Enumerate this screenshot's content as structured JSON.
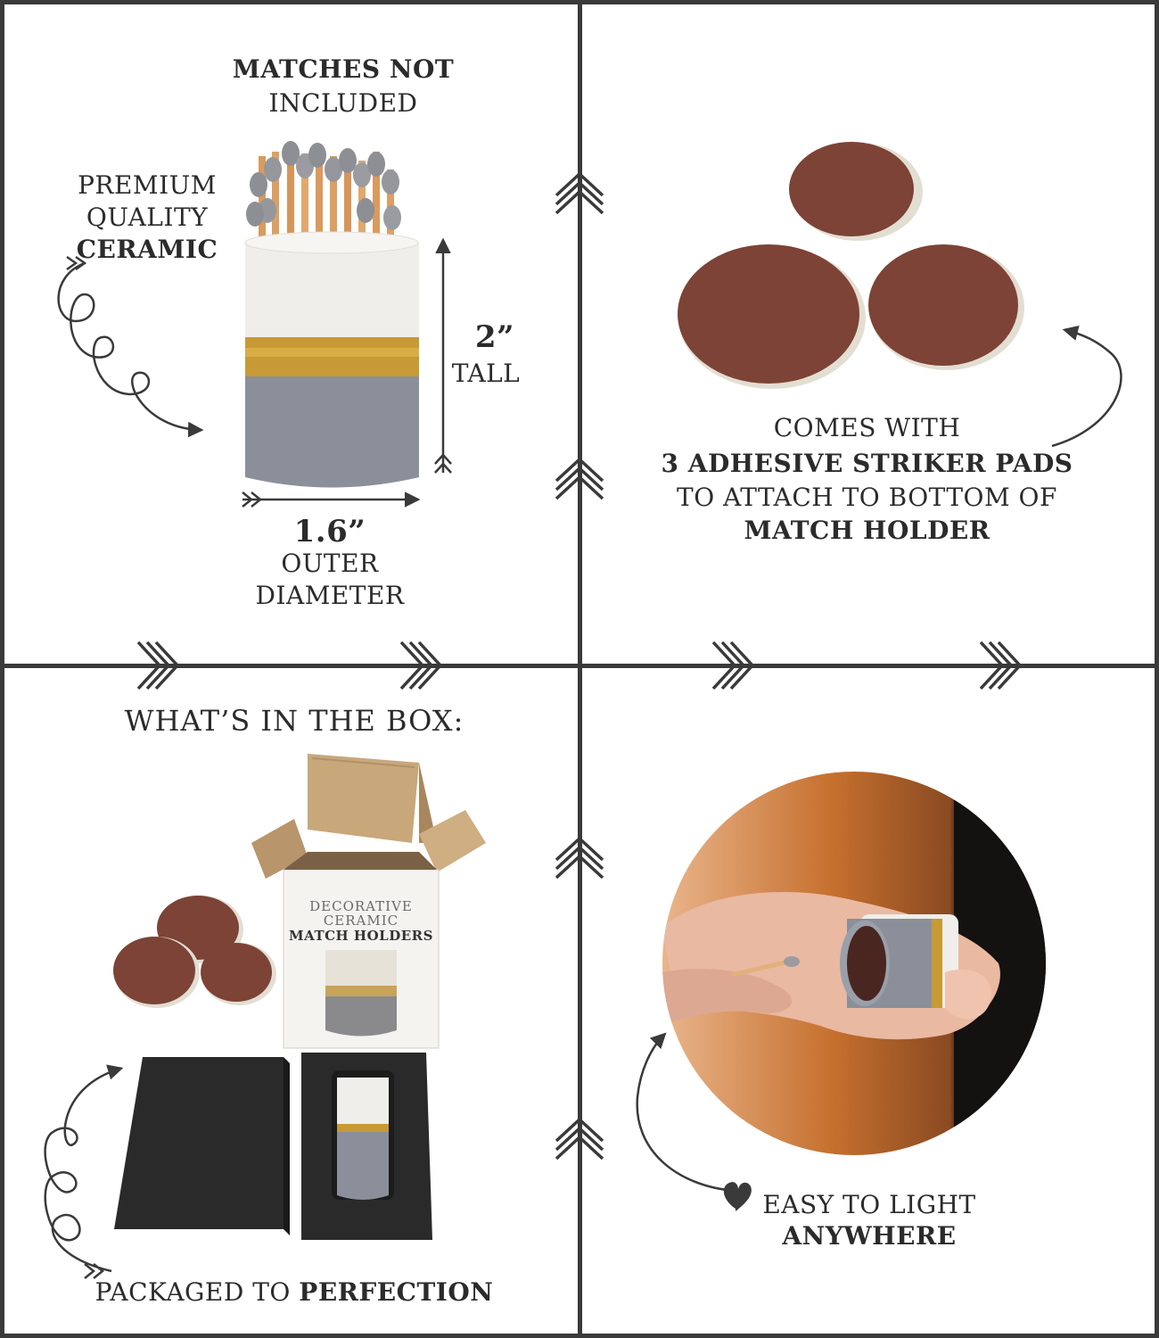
{
  "q1": {
    "top_bold": "MATCHES NOT",
    "top_light": "INCLUDED",
    "premium_1": "PREMIUM",
    "premium_2": "QUALITY",
    "premium_3": "CERAMIC",
    "height_value": "2”",
    "height_label": "TALL",
    "width_value": "1.6”",
    "width_label_1": "OUTER",
    "width_label_2": "DIAMETER"
  },
  "q2": {
    "line1": "COMES WITH",
    "line2": "3 ADHESIVE STRIKER PADS",
    "line3": "TO ATTACH TO BOTTOM OF",
    "line4": "MATCH HOLDER"
  },
  "q3": {
    "heading": "WHAT’S IN THE BOX:",
    "box_line1": "DECORATIVE",
    "box_line2": "CERAMIC",
    "box_line3": "MATCH HOLDERS",
    "caption_light": "PACKAGED TO",
    "caption_bold": "PERFECTION"
  },
  "q4": {
    "line1": "EASY TO LIGHT",
    "line2": "ANYWHERE"
  },
  "colors": {
    "border": "#3a3a3a",
    "pad_brown": "#7c4336",
    "gold": "#c89a35",
    "holder_gray": "#8b8f99",
    "holder_white": "#efeeea",
    "foam": "#2a2a2a",
    "cardboard": "#c8a77a"
  }
}
